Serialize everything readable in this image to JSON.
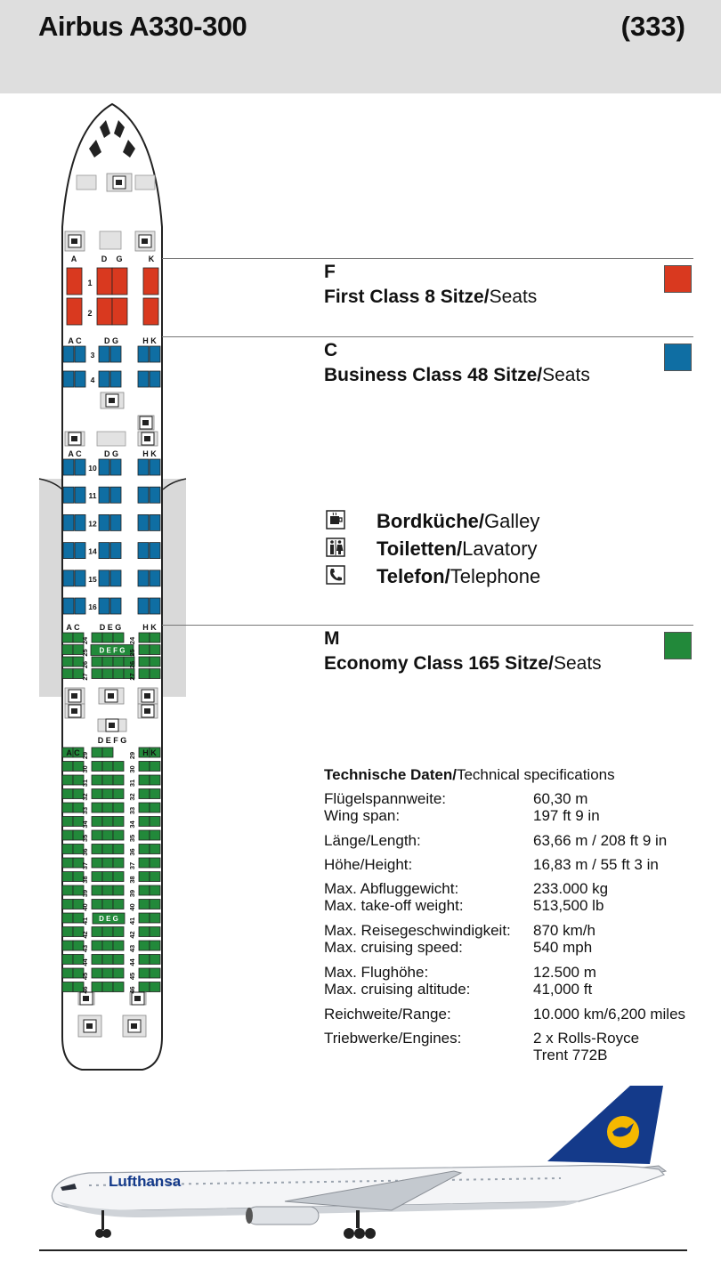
{
  "header": {
    "title": "Airbus A330-300",
    "code": "(333)"
  },
  "classes": [
    {
      "letter": "F",
      "name_bold": "First Class 8 Sitze/",
      "name_normal": "Seats",
      "color": "#d9391f"
    },
    {
      "letter": "C",
      "name_bold": "Business Class 48 Sitze/",
      "name_normal": "Seats",
      "color": "#0f6ea3"
    },
    {
      "letter": "M",
      "name_bold": "Economy Class 165 Sitze/",
      "name_normal": "Seats",
      "color": "#22893a"
    }
  ],
  "legend": [
    {
      "icon": "galley-icon",
      "bold": "Bordküche/",
      "normal": "Galley"
    },
    {
      "icon": "lavatory-icon",
      "bold": "Toiletten/",
      "normal": "Lavatory"
    },
    {
      "icon": "telephone-icon",
      "bold": "Telefon/",
      "normal": "Telephone"
    }
  ],
  "specs": {
    "title_bold": "Technische Daten/",
    "title_normal": "Technical specifications",
    "rows": [
      {
        "label": "Flügelspannweite:",
        "value": "60,30 m"
      },
      {
        "label": "Wing span:",
        "value": "197 ft 9 in"
      },
      {
        "label": "Länge/Length:",
        "value": "63,66 m / 208 ft 9 in"
      },
      {
        "label": "Höhe/Height:",
        "value": "16,83 m / 55 ft 3 in"
      },
      {
        "label": "Max. Abfluggewicht:",
        "value": "233.000 kg"
      },
      {
        "label": "Max. take-off weight:",
        "value": "513,500 lb"
      },
      {
        "label": "Max. Reisegeschwindigkeit:",
        "value": "870 km/h"
      },
      {
        "label": "Max. cruising speed:",
        "value": "540 mph"
      },
      {
        "label": "Max. Flughöhe:",
        "value": "12.500 m"
      },
      {
        "label": "Max. cruising altitude:",
        "value": "41,000 ft"
      },
      {
        "label": "Reichweite/Range:",
        "value": "10.000 km/6,200 miles"
      },
      {
        "label": "Triebwerke/Engines:",
        "value": "2 x Rolls-Royce"
      },
      {
        "label": "",
        "value": "Trent 772B"
      }
    ]
  },
  "seatmap": {
    "first": {
      "letters": [
        "A",
        "D",
        "G",
        "K"
      ],
      "rows": [
        "1",
        "2"
      ]
    },
    "business": {
      "letters_left": "A C",
      "letters_mid": "D G",
      "letters_right": "H K",
      "rows_front": [
        "3",
        "4"
      ],
      "rows_rear": [
        "10",
        "11",
        "12",
        "14",
        "15",
        "16"
      ]
    },
    "economy": {
      "letters_left": "A C",
      "letters_mid_front": "D E G",
      "letters_right": "H K",
      "letters_mid_rear": "D E F G",
      "rows_front": [
        "24",
        "25",
        "26",
        "27"
      ],
      "block_label_1": "D E F G",
      "rows_rear": [
        "29",
        "30",
        "31",
        "32",
        "33",
        "34",
        "35",
        "36",
        "37",
        "38",
        "39",
        "40",
        "41",
        "42",
        "43",
        "44",
        "45",
        "46"
      ],
      "block_label_2": "D E G"
    }
  },
  "airplane": {
    "brand": "Lufthansa"
  }
}
